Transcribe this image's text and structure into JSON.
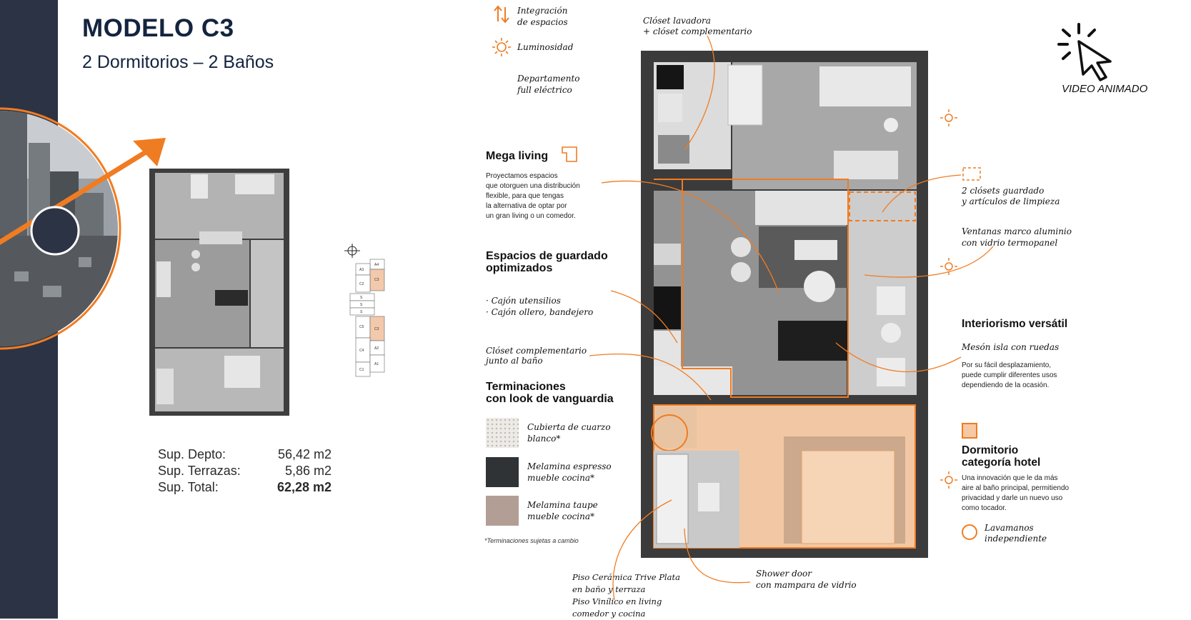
{
  "header": {
    "title": "MODELO C3",
    "subtitle": "2 Dormitorios – 2 Baños"
  },
  "areas": {
    "rows": [
      {
        "label": "Sup. Depto:",
        "value": "56,42 m2"
      },
      {
        "label": "Sup. Terrazas:",
        "value": "5,86 m2"
      },
      {
        "label": "Sup. Total:",
        "value": "62,28 m2"
      }
    ]
  },
  "key_plan": {
    "units": [
      "A4",
      "A3",
      "C3",
      "C2",
      "S",
      "S",
      "S",
      "C5",
      "C3",
      "C4",
      "A2",
      "C1",
      "A1"
    ]
  },
  "legend": {
    "integration": "Integración\nde espacios",
    "light": "Luminosidad",
    "electric": "Departamento\nfull eléctrico"
  },
  "features": {
    "mega_living": {
      "title": "Mega living",
      "text": "Proyectamos espacios\nque otorguen una distribución\nflexible, para que tengas\nla alternativa de optar por\nun gran living o un comedor."
    },
    "storage": {
      "title": "Espacios de guardado\noptimizados",
      "items": "· Cajón utensilios\n· Cajón ollero, bandejero"
    },
    "closet_kitchen": "Clóset complementario\njunto al baño",
    "finishes": {
      "title": "Terminaciones\ncon look de vanguardia",
      "items": [
        {
          "label": "Cubierta de cuarzo\nblanco*",
          "color": "#eeeae6"
        },
        {
          "label": "Melamina espresso\nmueble cocina*",
          "color": "#2f3335"
        },
        {
          "label": "Melamina taupe\nmueble cocina*",
          "color": "#b39e95"
        }
      ],
      "note": "*Terminaciones sujetas a cambio"
    },
    "floors": "Piso Cerámica Trive Plata\nen baño y terraza\nPiso Vinílico en living\ncomedor y cocina",
    "shower": "Shower door\ncon mampara de vidrio",
    "closet_laundry": "Clóset lavadora\n+ clóset complementario",
    "cleaning_closets": "2 clósets guardado\ny artículos de limpieza",
    "windows": "Ventanas marco aluminio\ncon vidrio termopanel",
    "interior": {
      "title": "Interiorismo versátil",
      "subtitle": "Mesón isla con ruedas",
      "text": "Por su fácil desplazamiento,\npuede cumplir diferentes usos\ndependiendo de la ocasión."
    },
    "bedroom": {
      "title": "Dormitorio\ncategoría hotel",
      "text": "Una innovación que le da más\naire al baño principal, permitiendo\nprivacidad y darle un nuevo uso\ncomo tocador."
    },
    "sink": "Lavamanos\nindependiente"
  },
  "video": {
    "label": "VIDEO ANIMADO"
  },
  "colors": {
    "accent": "#f07c22",
    "navy": "#13243f",
    "sidebar": "#2c3344",
    "highlight": "#f6c9a6"
  },
  "icons": [
    "arrows-vertical-icon",
    "sun-icon",
    "plan-outline-icon",
    "dashed-box-icon",
    "square-outline-icon",
    "circle-outline-icon",
    "click-cursor-icon",
    "compass-icon"
  ]
}
